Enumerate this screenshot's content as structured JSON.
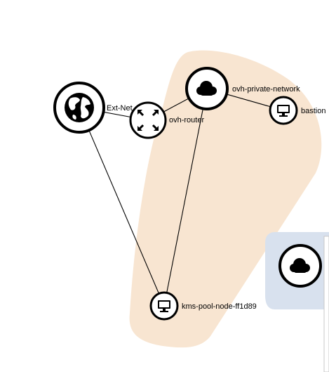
{
  "colors": {
    "network_group_fill": "#f8e5d1",
    "side_group_fill": "#d8e1ee",
    "node_stroke": "#000000",
    "node_fill": "#ffffff",
    "icon": "#000000"
  },
  "nodes": [
    {
      "id": "ext-net",
      "label": "Ext-Net",
      "icon": "globe-icon"
    },
    {
      "id": "ovh-router",
      "label": "ovh-router",
      "icon": "router-icon"
    },
    {
      "id": "ovh-private-network",
      "label": "ovh-private-network",
      "icon": "cloud-icon"
    },
    {
      "id": "bastion",
      "label": "bastion",
      "icon": "monitor-icon"
    },
    {
      "id": "kms-pool-node",
      "label": "kms-pool-node-ff1d89",
      "icon": "monitor-icon"
    },
    {
      "id": "partial-network",
      "label": "",
      "icon": "cloud-icon"
    }
  ],
  "links": [
    {
      "from": "ext-net",
      "to": "ovh-router"
    },
    {
      "from": "ovh-router",
      "to": "ovh-private-network"
    },
    {
      "from": "ovh-private-network",
      "to": "bastion"
    },
    {
      "from": "ext-net",
      "to": "kms-pool-node"
    },
    {
      "from": "ovh-private-network",
      "to": "kms-pool-node"
    }
  ]
}
